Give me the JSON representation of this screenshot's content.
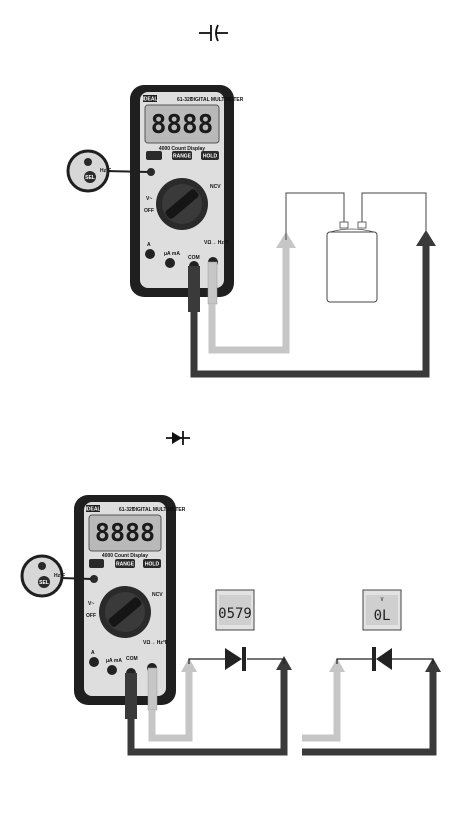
{
  "sections": {
    "capacitance": {
      "symbol": "capacitor-symbol"
    },
    "diode": {
      "symbol": "diode-symbol"
    }
  },
  "meter": {
    "brand": "IDEAL",
    "model": "61-327",
    "title": "DIGITAL MULTIMETER",
    "count_label": "4000 Count Display",
    "display": "8888",
    "buttons": {
      "left": "⚠",
      "range": "RANGE",
      "hold": "HOLD"
    },
    "select_button": "SEL",
    "off_label": "OFF",
    "v_ac_label": "V~",
    "a_label": "A",
    "ma_label": "μA mA",
    "com_label": "COM",
    "vohm_label": "VΩ→ Hz°F",
    "ncv_label": "NCV",
    "ohm_label": "Hz°F"
  },
  "diode_readouts": {
    "forward": "0579",
    "reverse": "0L",
    "reverse_indicator": "V"
  },
  "colors": {
    "meter_body": "#1f1f1f",
    "meter_face": "#dedede",
    "lcd": "#b9b9b9",
    "lead_black": "#3a3a3a",
    "lead_gray": "#c6c6c6"
  }
}
